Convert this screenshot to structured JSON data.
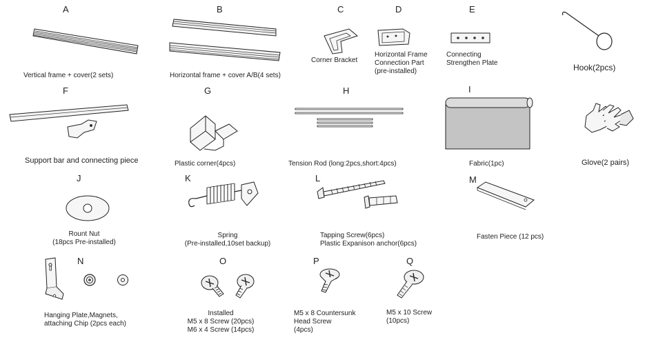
{
  "parts": [
    {
      "letter": "A",
      "caption": [
        "Vertical frame + cover(2 sets)"
      ]
    },
    {
      "letter": "B",
      "caption": [
        "Horizontal frame + cover A/B(4 sets)"
      ]
    },
    {
      "letter": "C",
      "caption": [
        "Corner Bracket"
      ]
    },
    {
      "letter": "D",
      "caption": [
        "Horizontal Frame",
        "Connection Part",
        "(pre-installed)"
      ]
    },
    {
      "letter": "E",
      "caption": [
        "Connecting",
        "Strengthen Plate"
      ]
    },
    {
      "letter": "",
      "caption": [
        "Hook(2pcs)"
      ]
    },
    {
      "letter": "F",
      "caption": [
        "Support bar and connecting piece"
      ]
    },
    {
      "letter": "G",
      "caption": [
        "Plastic corner(4pcs)"
      ]
    },
    {
      "letter": "H",
      "caption": [
        "Tension Rod (long:2pcs,short:4pcs)"
      ]
    },
    {
      "letter": "I",
      "caption": [
        "Fabric(1pc)"
      ]
    },
    {
      "letter": "",
      "caption": [
        "Glove(2 pairs)"
      ]
    },
    {
      "letter": "J",
      "caption": [
        "Rount Nut",
        "(18pcs Pre-installed)"
      ]
    },
    {
      "letter": "K",
      "caption": [
        "Spring",
        "(Pre-installed,10set backup)"
      ]
    },
    {
      "letter": "L",
      "caption": [
        "Tapping Screw(6pcs)",
        "Plastic Expanison anchor(6pcs)"
      ]
    },
    {
      "letter": "M",
      "caption": [
        "Fasten Piece (12 pcs)"
      ]
    },
    {
      "letter": "N",
      "caption": [
        "Hanging Plate,Magnets,",
        "attaching Chip (2pcs each)"
      ]
    },
    {
      "letter": "O",
      "caption": [
        "Installed",
        "M5 x 8 Screw (20pcs)",
        "M6 x 4 Screw (14pcs)"
      ]
    },
    {
      "letter": "P",
      "caption": [
        "M5 x 8 Countersunk",
        "Head Screw",
        "(4pcs)"
      ]
    },
    {
      "letter": "Q",
      "caption": [
        "M5 x 10  Screw",
        "(10pcs)"
      ]
    }
  ]
}
